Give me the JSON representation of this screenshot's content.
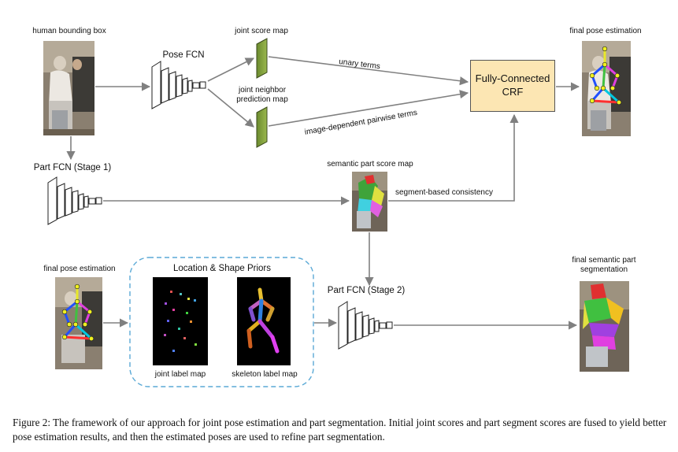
{
  "labels": {
    "human_bounding_box": "human bounding box",
    "pose_fcn": "Pose FCN",
    "joint_score_map": "joint score map",
    "joint_neighbor_prediction_map_line1": "joint neighbor",
    "joint_neighbor_prediction_map_line2": "prediction map",
    "unary_terms": "unary terms",
    "image_dependent_pairwise_terms": "image-dependent pairwise terms",
    "crf_line1": "Fully-Connected",
    "crf_line2": "CRF",
    "final_pose_estimation_top": "final pose estimation",
    "part_fcn_stage1": "Part FCN (Stage 1)",
    "semantic_part_score_map": "semantic part score map",
    "segment_based_consistency": "segment-based consistency",
    "final_pose_estimation_bottom": "final pose estimation",
    "location_shape_priors": "Location & Shape Priors",
    "joint_label_map": "joint label map",
    "skeleton_label_map": "skeleton label map",
    "part_fcn_stage2": "Part FCN (Stage 2)",
    "final_semantic_part_segmentation_line1": "final semantic part",
    "final_semantic_part_segmentation_line2": "segmentation"
  },
  "caption": "Figure 2: The framework of our approach for joint pose estimation and part segmentation. Initial joint scores and part segment scores are fused to yield better pose estimation results, and then the estimated poses are used to refine part segmentation.",
  "colors": {
    "arrow": "#808080",
    "crf_fill": "#fce6b3",
    "score_map": "#7a9a3a",
    "dashed_border": "#5aa9d6"
  }
}
